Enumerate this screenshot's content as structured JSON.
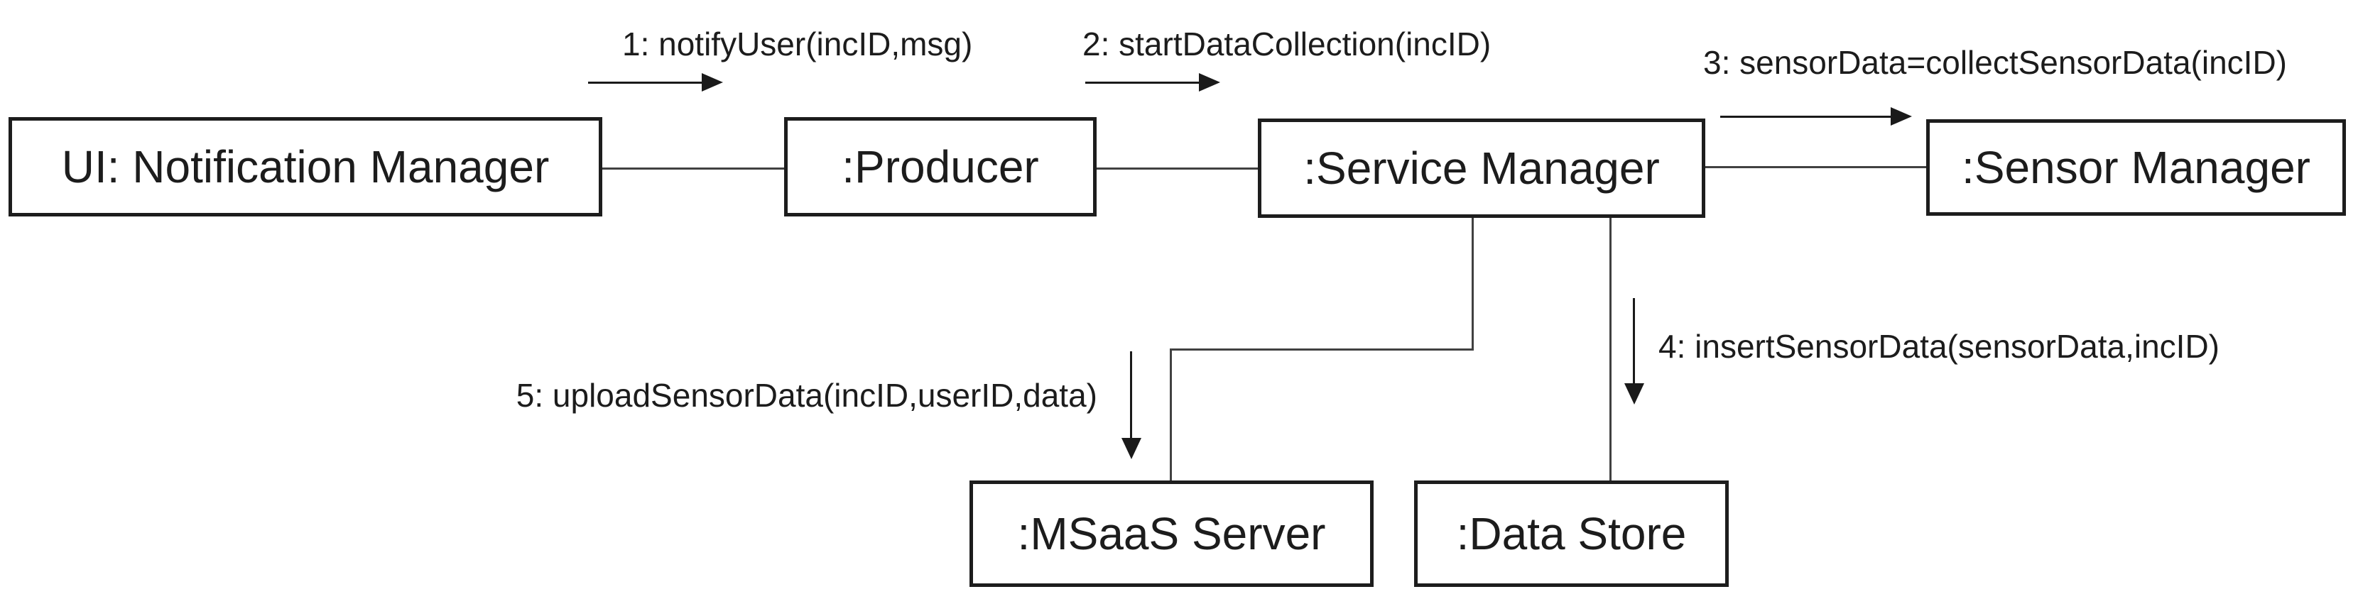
{
  "nodes": {
    "ui": {
      "label": "UI: Notification Manager"
    },
    "producer": {
      "label": ":Producer"
    },
    "service_manager": {
      "label": ":Service Manager"
    },
    "sensor_manager": {
      "label": ":Sensor Manager"
    },
    "msaas_server": {
      "label": ":MSaaS Server"
    },
    "data_store": {
      "label": ":Data Store"
    }
  },
  "messages": [
    {
      "label": "1: notifyUser(incID,msg)",
      "from": "UI: Notification Manager",
      "to": ":Producer",
      "arrow_direction": "right"
    },
    {
      "label": "2: startDataCollection(incID)",
      "from": ":Producer",
      "to": ":Service Manager",
      "arrow_direction": "right"
    },
    {
      "label": "3: sensorData=collectSensorData(incID)",
      "from": ":Service Manager",
      "to": ":Sensor Manager",
      "arrow_direction": "right"
    },
    {
      "label": "4: insertSensorData(sensorData,incID)",
      "from": ":Service Manager",
      "to": ":Data Store",
      "arrow_direction": "down"
    },
    {
      "label": "5: uploadSensorData(incID,userID,data)",
      "from": ":Service Manager",
      "to": ":MSaaS Server",
      "arrow_direction": "down"
    }
  ],
  "colors": {
    "background": "#ffffff",
    "box_border": "#1d1d1d",
    "connector_line": "#414141",
    "arrow": "#1a1a1a",
    "text": "#1c1c1c"
  }
}
